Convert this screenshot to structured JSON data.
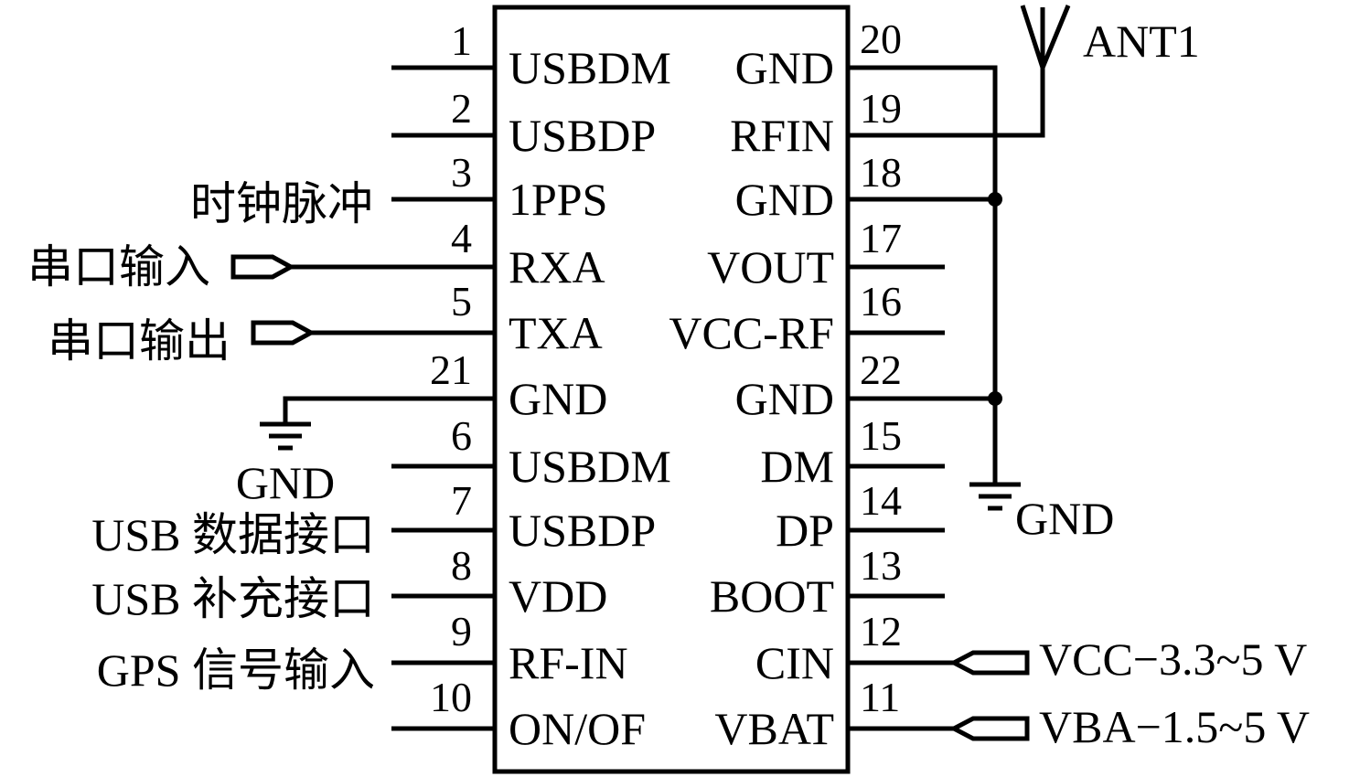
{
  "chip": {
    "left_pins": [
      {
        "num": "1",
        "name": "USBDM"
      },
      {
        "num": "2",
        "name": "USBDP"
      },
      {
        "num": "3",
        "name": "1PPS"
      },
      {
        "num": "4",
        "name": "RXA"
      },
      {
        "num": "5",
        "name": "TXA"
      },
      {
        "num": "21",
        "name": "GND"
      },
      {
        "num": "6",
        "name": "USBDM"
      },
      {
        "num": "7",
        "name": "USBDP"
      },
      {
        "num": "8",
        "name": "VDD"
      },
      {
        "num": "9",
        "name": "RF-IN"
      },
      {
        "num": "10",
        "name": "ON/OF"
      }
    ],
    "right_pins": [
      {
        "num": "20",
        "name": "GND"
      },
      {
        "num": "19",
        "name": "RFIN"
      },
      {
        "num": "18",
        "name": "GND"
      },
      {
        "num": "17",
        "name": "VOUT"
      },
      {
        "num": "16",
        "name": "VCC-RF"
      },
      {
        "num": "22",
        "name": "GND"
      },
      {
        "num": "15",
        "name": "DM"
      },
      {
        "num": "14",
        "name": "DP"
      },
      {
        "num": "13",
        "name": "BOOT"
      },
      {
        "num": "12",
        "name": "CIN"
      },
      {
        "num": "11",
        "name": "VBAT"
      }
    ]
  },
  "signals": {
    "clock_pulse": "时钟脉冲",
    "serial_in": "串口输入",
    "serial_out": "串口输出",
    "gnd_left": "GND",
    "usb_data": "USB 数据接口",
    "usb_supp": "USB 补充接口",
    "gps_in": "GPS 信号输入",
    "antenna": "ANT1",
    "gnd_right": "GND",
    "vcc": "VCC−3.3~5 V",
    "vba": "VBA−1.5~5 V"
  }
}
